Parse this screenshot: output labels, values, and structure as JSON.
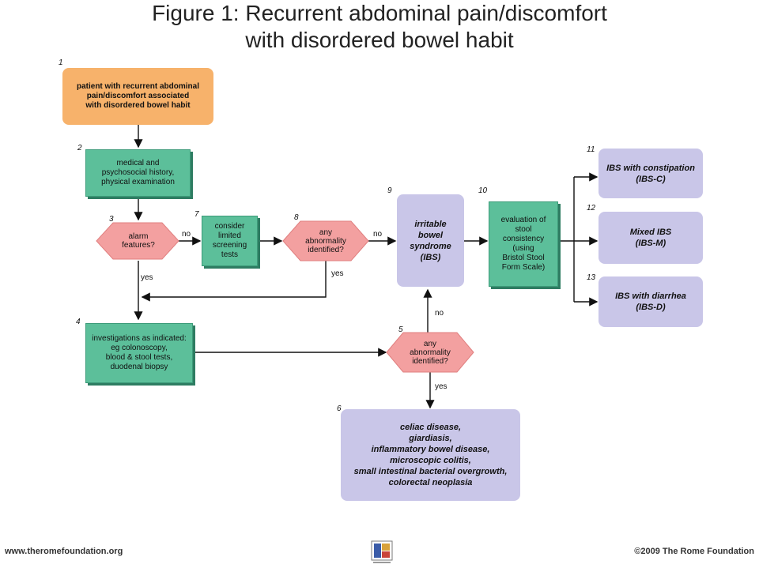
{
  "title": {
    "line1": "Figure 1: Recurrent abdominal pain/discomfort",
    "line2": "with disordered bowel habit"
  },
  "nodes": {
    "n1": {
      "num": "1",
      "text": "patient  with recurrent abdominal\npain/discomfort associated\nwith disordered bowel habit"
    },
    "n2": {
      "num": "2",
      "text": "medical and\npsychosocial history,\nphysical examination"
    },
    "n3": {
      "num": "3",
      "text": "alarm\nfeatures?"
    },
    "n4": {
      "num": "4",
      "text": "investigations as indicated:\neg colonoscopy,\nblood & stool tests,\nduodenal biopsy"
    },
    "n5": {
      "num": "5",
      "text": "any\nabnormality\nidentified?"
    },
    "n6": {
      "num": "6",
      "text": "celiac disease,\ngiardiasis,\ninflammatory bowel disease,\nmicroscopic colitis,\nsmall intestinal bacterial overgrowth,\ncolorectal neoplasia"
    },
    "n7": {
      "num": "7",
      "text": "consider\nlimited\nscreening\ntests"
    },
    "n8": {
      "num": "8",
      "text": "any\nabnormality\nidentified?"
    },
    "n9": {
      "num": "9",
      "text": "irritable\nbowel\nsyndrome\n(IBS)"
    },
    "n10": {
      "num": "10",
      "text": "evaluation of\nstool\nconsistency\n(using\nBristol Stool\nForm Scale)"
    },
    "n11": {
      "num": "11",
      "text": "IBS with constipation\n(IBS-C)"
    },
    "n12": {
      "num": "12",
      "text": "Mixed IBS\n(IBS-M)"
    },
    "n13": {
      "num": "13",
      "text": "IBS with diarrhea\n(IBS-D)"
    }
  },
  "edge_labels": {
    "no_3_7": "no",
    "no_8_9": "no",
    "yes_3": "yes",
    "yes_8": "yes",
    "no_5_9": "no",
    "yes_5_6": "yes"
  },
  "footer": {
    "website": "www.theromefoundation.org",
    "copyright": "©2009 The Rome Foundation"
  },
  "colors": {
    "orange": "#f7b26b",
    "green": "#5cbf9a",
    "purple": "#c9c6e8",
    "hexagon": "#f3a0a0",
    "arrow": "#111111"
  }
}
